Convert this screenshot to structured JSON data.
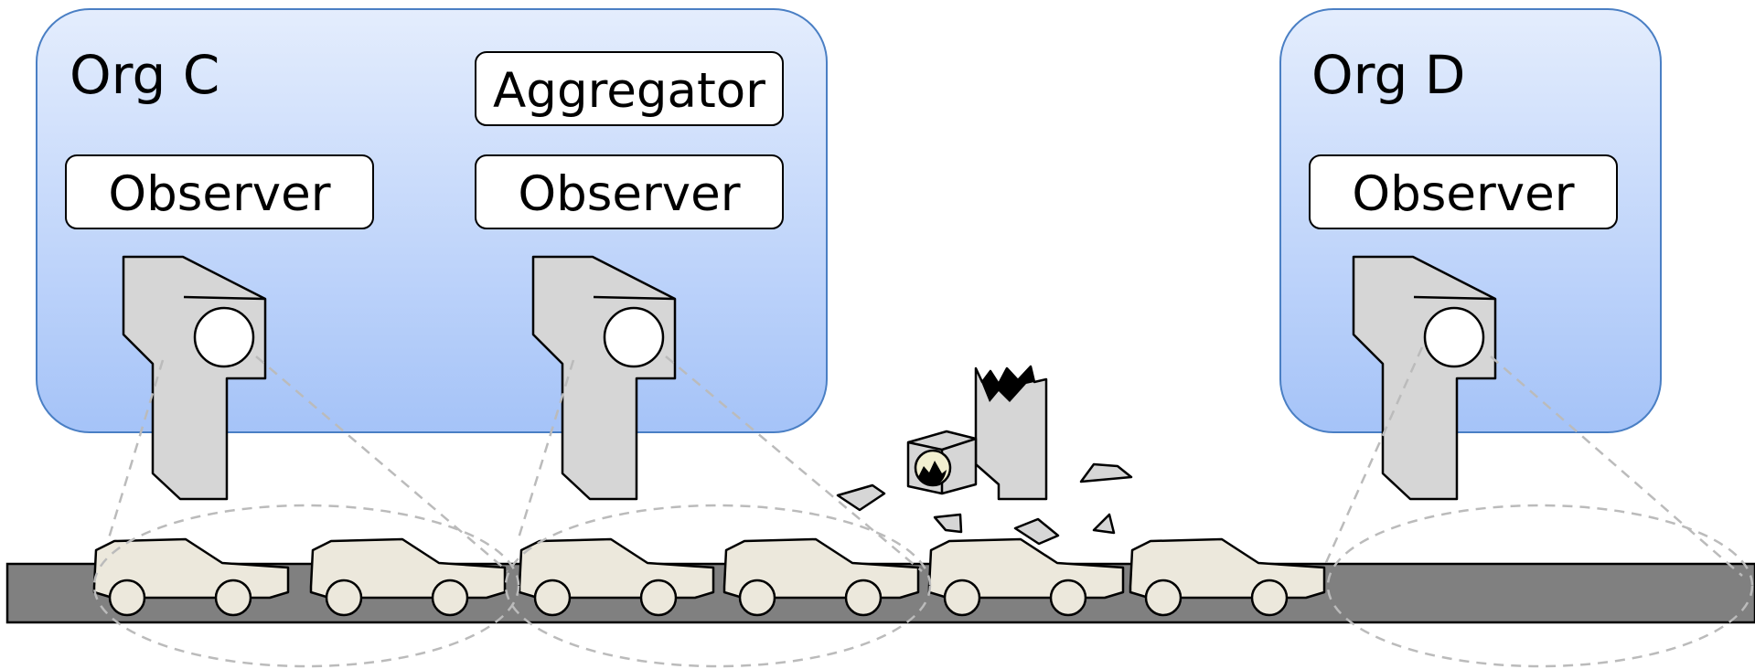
{
  "orgs": [
    {
      "id": "c",
      "title": "Org C",
      "boxes": [
        "Observer",
        "Aggregator",
        "Observer"
      ]
    },
    {
      "id": "d",
      "title": "Org D",
      "boxes": [
        "Observer"
      ]
    }
  ],
  "labels": {
    "org_c_title": "Org C",
    "org_c_observer_1": "Observer",
    "org_c_aggregator": "Aggregator",
    "org_c_observer_2": "Observer",
    "org_d_title": "Org D",
    "org_d_observer": "Observer"
  },
  "colors": {
    "org_gradient_top": "#e4edfd",
    "org_gradient_bottom": "#a5c3f8",
    "org_border": "#4a7fc4",
    "road": "#808080",
    "car_fill": "#ece8dc",
    "camera_fill": "#d6d6d6",
    "view_lines": "#bbbbbb"
  },
  "icons": [
    "camera-icon",
    "car-icon",
    "broken-camera-icon",
    "debris-icon"
  ]
}
